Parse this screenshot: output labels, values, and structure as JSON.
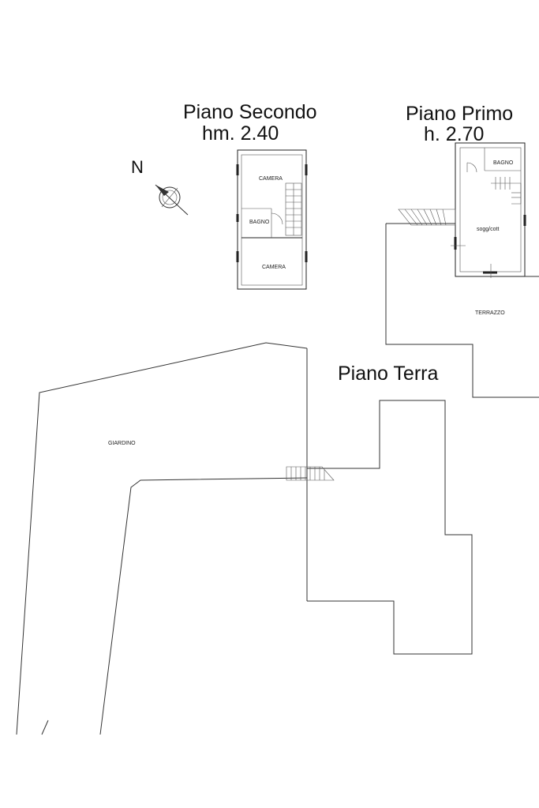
{
  "titles": {
    "second_floor": "Piano Secondo",
    "second_floor_height": "hm. 2.40",
    "first_floor": "Piano Primo",
    "first_floor_height": "h. 2.70",
    "ground_floor": "Piano Terra"
  },
  "compass": {
    "label": "N"
  },
  "rooms": {
    "second_camera_top": "CAMERA",
    "second_bagno": "BAGNO",
    "second_camera_bottom": "CAMERA",
    "first_bagno": "BAGNO",
    "first_soggiorno": "sogg/cott",
    "terrazzo": "TERRAZZO",
    "giardino": "GIARDINO"
  },
  "colors": {
    "line": "#333333",
    "background": "#ffffff"
  },
  "icons": {
    "compass": "north-arrow-icon",
    "stairs": "stairs-icon"
  }
}
